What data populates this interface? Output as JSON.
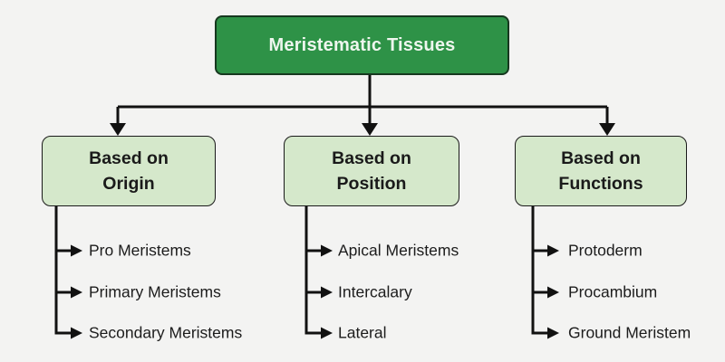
{
  "diagram": {
    "title": "Meristematic Tissues",
    "categories": [
      {
        "label": "Based on\nOrigin",
        "items": [
          "Pro Meristems",
          "Primary Meristems",
          "Secondary Meristems"
        ]
      },
      {
        "label": "Based on\nPosition",
        "items": [
          "Apical Meristems",
          "Intercalary",
          "Lateral"
        ]
      },
      {
        "label": "Based on\nFunctions",
        "items": [
          "Protoderm",
          "Procambium",
          "Ground Meristem"
        ]
      }
    ],
    "colors": {
      "background": "#f3f3f2",
      "root_fill": "#2e9247",
      "root_border": "#16381f",
      "root_text": "#eef6ee",
      "category_fill": "#d5e8cb",
      "category_border": "#1a1a1a",
      "category_text": "#1a1a1a",
      "item_text": "#1c1c1c",
      "connector": "#111111"
    }
  }
}
